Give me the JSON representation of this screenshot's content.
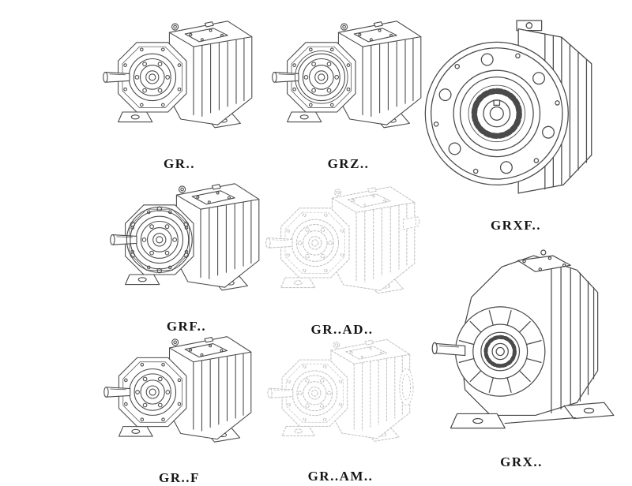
{
  "page": {
    "description": "Catalog sheet of helical gear reducer models, technical line drawings",
    "colors": {
      "line": "#4a4a4a",
      "ghost_line": "#c3c3c3",
      "background": "#ffffff",
      "label_text": "#151515"
    }
  },
  "figures": [
    {
      "label": "GR..",
      "drawing": "foot-mounted-helical-gearbox-iso",
      "style": "solid"
    },
    {
      "label": "GRZ..",
      "drawing": "foot-mounted-helical-gearbox-iso",
      "style": "solid"
    },
    {
      "label": "GRXF..",
      "drawing": "flange-mounted-gearbox-front-view",
      "style": "solid"
    },
    {
      "label": "GRF..",
      "drawing": "flange-foot-gearbox-iso",
      "style": "solid"
    },
    {
      "label": "GR..AD..",
      "drawing": "gearbox-with-input-adapter-iso",
      "style": "ghost"
    },
    {
      "label": "GR..F",
      "drawing": "foot-mounted-helical-gearbox-iso",
      "style": "solid"
    },
    {
      "label": "GR..AM..",
      "drawing": "gearbox-with-input-flange-iso",
      "style": "ghost"
    },
    {
      "label": "GRX..",
      "drawing": "large-foot-mounted-gearbox-iso",
      "style": "solid"
    }
  ]
}
